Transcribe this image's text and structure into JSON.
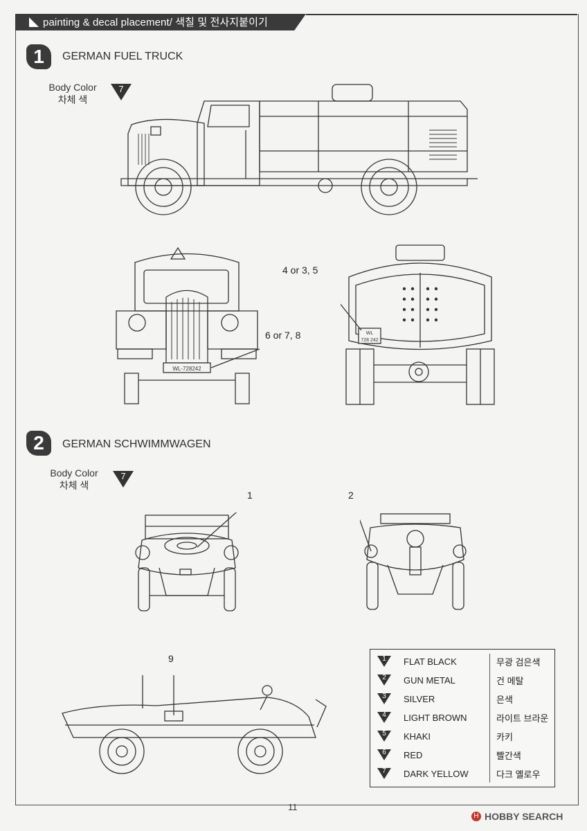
{
  "header": {
    "title": "painting & decal placement/ 색칠 및 전사지붙이기"
  },
  "sections": [
    {
      "number": "1",
      "title": "GERMAN FUEL TRUCK",
      "body_color_label_en": "Body Color",
      "body_color_label_ko": "차체 색",
      "body_color_code": "7",
      "callouts": {
        "rear_plate": "4 or 3, 5",
        "front_plate": "6 or 7, 8"
      },
      "plates": {
        "front": "WL-728242",
        "rear_line1": "WL",
        "rear_line2": "728 242"
      }
    },
    {
      "number": "2",
      "title": "GERMAN SCHWIMMWAGEN",
      "body_color_label_en": "Body Color",
      "body_color_label_ko": "차체 색",
      "body_color_code": "7",
      "callouts": {
        "front": "1",
        "rear": "2",
        "side": "9"
      }
    }
  ],
  "legend": [
    {
      "num": "1",
      "en": "FLAT BLACK",
      "ko": "무광 검은색"
    },
    {
      "num": "2",
      "en": "GUN METAL",
      "ko": "건 메탈"
    },
    {
      "num": "3",
      "en": "SILVER",
      "ko": "은색"
    },
    {
      "num": "4",
      "en": "LIGHT BROWN",
      "ko": "라이트 브라운"
    },
    {
      "num": "5",
      "en": "KHAKI",
      "ko": "카키"
    },
    {
      "num": "6",
      "en": "RED",
      "ko": "빨간색"
    },
    {
      "num": "7",
      "en": "DARK YELLOW",
      "ko": "다크 옐로우"
    }
  ],
  "page_number": "11",
  "watermark": "HOBBY SEARCH"
}
